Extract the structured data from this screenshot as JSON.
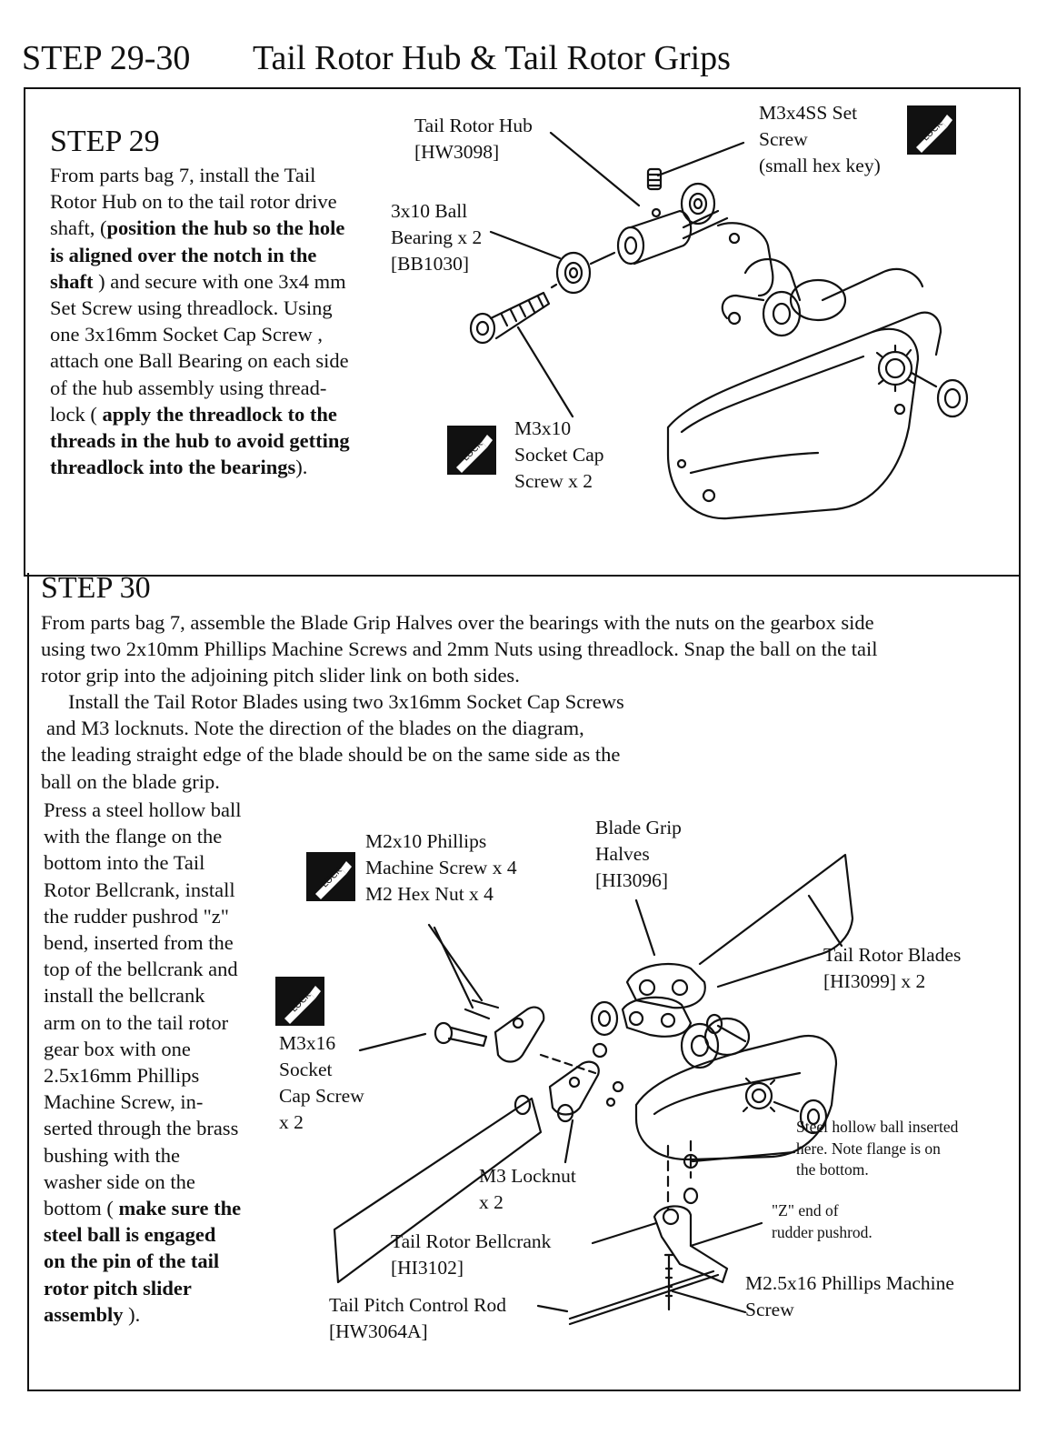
{
  "header": {
    "step_range": "STEP 29-30",
    "title": "Tail Rotor Hub & Tail Rotor Grips"
  },
  "step29": {
    "heading": "STEP 29",
    "lines": [
      {
        "text": "From parts bag 7,  install the Tail",
        "bold": false
      },
      {
        "text": "Rotor Hub on to the tail rotor drive",
        "bold": false
      },
      {
        "parts": [
          {
            "text": "shaft, (",
            "bold": false
          },
          {
            "text": "position the hub so the hole",
            "bold": true
          }
        ]
      },
      {
        "text": "is aligned over the notch in the",
        "bold": true
      },
      {
        "parts": [
          {
            "text": "shaft",
            "bold": true
          },
          {
            "text": " ) and secure with one 3x4 mm",
            "bold": false
          }
        ]
      },
      {
        "text": "Set Screw using threadlock.  Using",
        "bold": false
      },
      {
        "text": "one 3x16mm Socket Cap Screw ,",
        "bold": false
      },
      {
        "text": "attach one Ball Bearing on each side",
        "bold": false
      },
      {
        "text": "of the hub assembly using thread-",
        "bold": false
      },
      {
        "parts": [
          {
            "text": "lock ( ",
            "bold": false
          },
          {
            "text": "apply the threadlock to the",
            "bold": true
          }
        ]
      },
      {
        "text": "threads in the hub to avoid getting",
        "bold": true
      },
      {
        "parts": [
          {
            "text": "threadlock into the bearings",
            "bold": true
          },
          {
            "text": ").",
            "bold": false
          }
        ]
      }
    ],
    "labels": {
      "hub": [
        "Tail Rotor Hub",
        "[HW3098]"
      ],
      "set_screw": [
        "M3x4SS Set",
        "Screw",
        "(small hex key)"
      ],
      "bearing": [
        "3x10 Ball",
        "Bearing x 2",
        "[BB1030]"
      ],
      "cap_screw": [
        "M3x10",
        "Socket Cap",
        "Screw x 2"
      ]
    }
  },
  "step30": {
    "heading": "STEP 30",
    "para1": [
      "From parts bag 7, assemble the Blade Grip Halves over the bearings with the nuts on the gearbox side",
      "using two 2x10mm Phillips Machine Screws and 2mm Nuts using threadlock.  Snap the ball on the tail",
      "rotor grip into the adjoining pitch slider link on both sides."
    ],
    "para2": [
      "Install the Tail Rotor Blades using two 3x16mm Socket Cap Screws",
      "and M3 locknuts.  Note the direction of the blades on the diagram,",
      "the leading straight edge of the blade should be on the same side as the",
      "ball on the blade grip."
    ],
    "side_lines": [
      {
        "text": "Press a steel hollow ball",
        "bold": false
      },
      {
        "text": "with the flange on the",
        "bold": false
      },
      {
        "text": "bottom into the Tail",
        "bold": false
      },
      {
        "text": "Rotor Bellcrank, install",
        "bold": false
      },
      {
        "text": "the rudder pushrod \"z\"",
        "bold": false
      },
      {
        "text": "bend, inserted from the",
        "bold": false
      },
      {
        "text": "top of the bellcrank and",
        "bold": false
      },
      {
        "text": "install the bellcrank",
        "bold": false
      },
      {
        "text": "arm on to the tail rotor",
        "bold": false
      },
      {
        "text": "gear box with one",
        "bold": false
      },
      {
        "text": "2.5x16mm Phillips",
        "bold": false
      },
      {
        "text": "Machine Screw, in-",
        "bold": false
      },
      {
        "text": "serted through the brass",
        "bold": false
      },
      {
        "text": "bushing with the",
        "bold": false
      },
      {
        "text": "washer side on the",
        "bold": false
      },
      {
        "parts": [
          {
            "text": "bottom ( ",
            "bold": false
          },
          {
            "text": "make sure the",
            "bold": true
          }
        ]
      },
      {
        "text": "steel ball is engaged",
        "bold": true
      },
      {
        "text": "on the pin of the tail",
        "bold": true
      },
      {
        "text": "rotor pitch slider",
        "bold": true
      },
      {
        "parts": [
          {
            "text": "assembly",
            "bold": true
          },
          {
            "text": " ).",
            "bold": false
          }
        ]
      }
    ],
    "labels": {
      "phillips": [
        "M2x10 Phillips",
        "Machine Screw x 4",
        "M2 Hex Nut x 4"
      ],
      "grip_halves": [
        "Blade Grip",
        "Halves",
        "[HI3096]"
      ],
      "blades": [
        "Tail Rotor Blades",
        "[HI3099] x 2"
      ],
      "socket_screw": [
        "M3x16",
        "Socket",
        "Cap Screw",
        "x 2"
      ],
      "steel_ball": [
        "Steel hollow ball inserted",
        "here.  Note flange is on",
        "the bottom."
      ],
      "locknut": [
        "M3 Locknut",
        "x 2"
      ],
      "z_end": [
        "\"Z\" end of",
        "rudder pushrod."
      ],
      "bellcrank": [
        "Tail Rotor Bellcrank",
        "[HI3102]"
      ],
      "m25_screw": [
        "M2.5x16 Phillips Machine",
        "Screw"
      ],
      "pitch_rod": [
        "Tail Pitch Control Rod",
        "[HW3064A]"
      ]
    }
  },
  "icons": {
    "lock": "lock-threadlock-icon"
  }
}
